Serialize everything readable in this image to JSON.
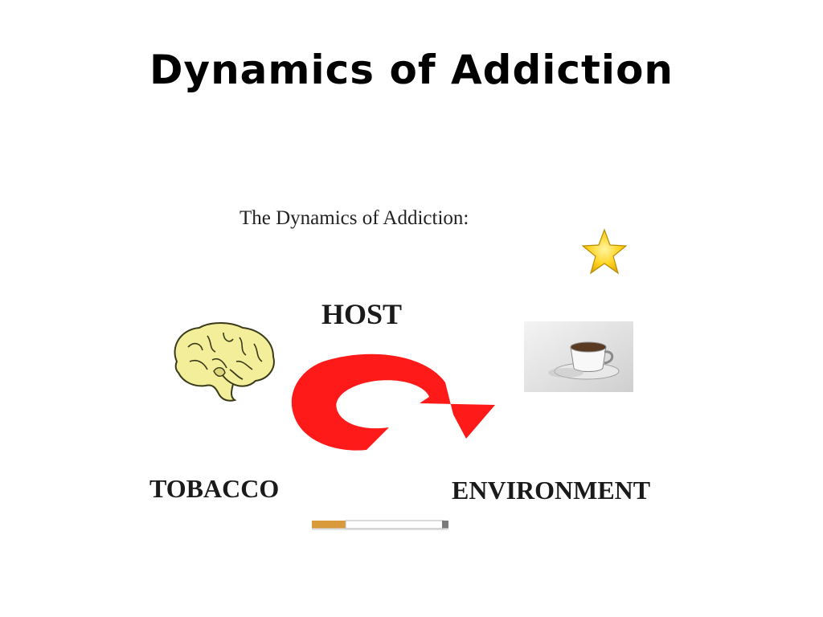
{
  "slide": {
    "title": "Dynamics of Addiction"
  },
  "figure": {
    "caption": "The Dynamics of Addiction:",
    "nodes": {
      "host": "HOST",
      "agent": "TOBACCO",
      "environment": "ENVIRONMENT"
    },
    "icons": {
      "brain": "brain-icon",
      "star": "star-icon",
      "coffee": "coffee-cup-icon",
      "cigarette": "cigarette-icon",
      "cycle": "circular-arrow-icon"
    },
    "colors": {
      "arrow": "#ff1a1a",
      "brain": "#f3ee9a",
      "star": "#ffd21f"
    }
  }
}
